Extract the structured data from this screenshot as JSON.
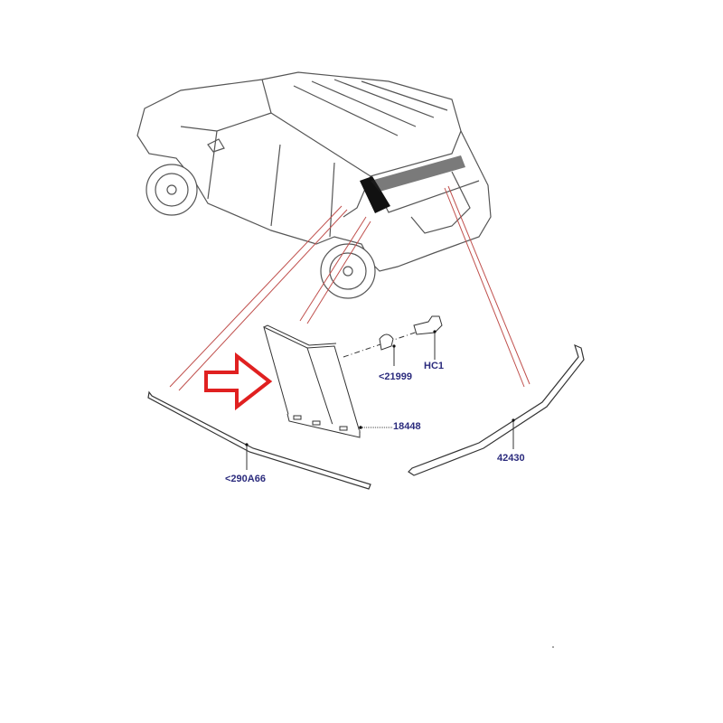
{
  "diagram": {
    "parts": [
      {
        "id": "21999",
        "label": "<21999"
      },
      {
        "id": "HC1",
        "label": "HC1"
      },
      {
        "id": "18448",
        "label": "18448"
      },
      {
        "id": "290A66",
        "label": "<290A66"
      },
      {
        "id": "42430",
        "label": "42430"
      }
    ],
    "colors": {
      "label": "#2b2b7d",
      "leader": "#c0504d",
      "arrow": "#e02020",
      "outline": "#333333"
    }
  }
}
